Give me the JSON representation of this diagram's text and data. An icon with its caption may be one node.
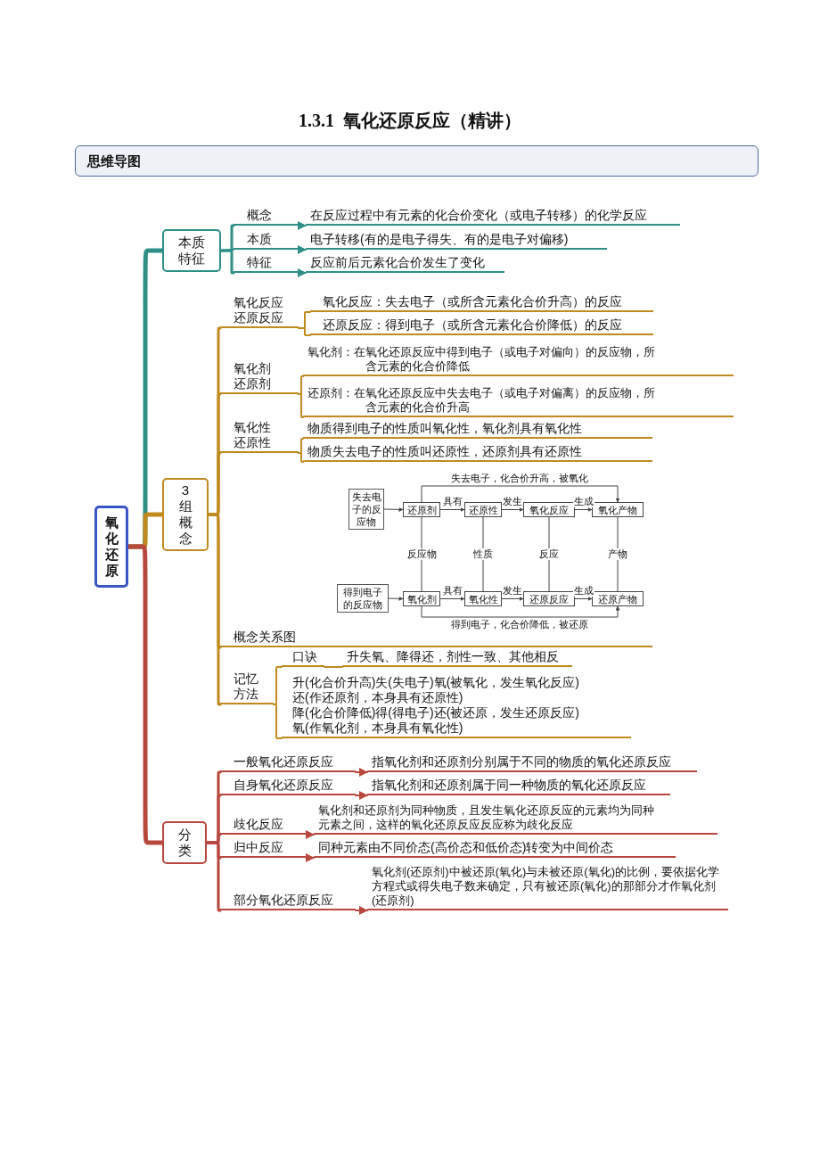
{
  "diagram": {
    "title": "1.3.1  氧化还原反应（精讲）",
    "nodes": [
      {
        "text": [
          "氧化还原"
        ]
      },
      {
        "text": [
          "本质特征"
        ]
      },
      {
        "text": [
          "概念"
        ]
      },
      {
        "text": [
          "在反应过程中有元素的化合价变化（或电子转移）的化学反应"
        ]
      },
      {
        "text": [
          "本质"
        ]
      },
      {
        "text": [
          "电子转移(有的是电子得失、有的是电子对偏移)"
        ]
      },
      {
        "text": [
          "特征"
        ]
      },
      {
        "text": [
          "反应前后元素化合价发生了变化"
        ]
      },
      {
        "text": [
          "3组概念"
        ]
      },
      {
        "text": [
          "氧化反应还原反应"
        ]
      },
      {
        "text": [
          "氧化反应：失去电子（或所含元素化合价升高）的反应"
        ]
      },
      {
        "text": [
          "还原反应：得到电子（或所含元素化合价降低）的反应"
        ]
      },
      {
        "text": [
          "氧化剂还原剂"
        ]
      },
      {
        "text": [
          "氧化剂：在氧化还原反应中得到电子（或电子对偏向）的反应物，所含元素的化合价降低"
        ]
      },
      {
        "text": [
          "还原剂：在氧化还原反应中失去电子（或电子对偏离）的反应物，所含元素的化合价升高"
        ]
      },
      {
        "text": [
          "氧化性还原性"
        ]
      },
      {
        "text": [
          "物质得到电子的性质叫氧化性，氧化剂具有氧化性"
        ]
      },
      {
        "text": [
          "物质失去电子的性质叫还原性，还原剂具有还原性"
        ]
      },
      {
        "text": [
          "概念关系图"
        ]
      },
      {
        "text": [
          "失去电子的反应物"
        ]
      },
      {
        "text": [
          "还原剂"
        ]
      },
      {
        "text": [
          "还原性"
        ]
      },
      {
        "text": [
          "氧化反应"
        ]
      },
      {
        "text": [
          "氧化产物"
        ]
      },
      {
        "text": [
          "得到电子的反应物"
        ]
      },
      {
        "text": [
          "氧化剂"
        ]
      },
      {
        "text": [
          "氧化性"
        ]
      },
      {
        "text": [
          "还原反应"
        ]
      },
      {
        "text": [
          "还原产物"
        ]
      },
      {
        "text": [
          "记忆方法"
        ]
      },
      {
        "text": [
          "口诀"
        ]
      },
      {
        "text": [
          "升失氧、降得还，剂性一致、其他相反"
        ]
      },
      {
        "text": [
          "升(化合价升高)失(失电子)氧(被氧化，发生氧化反应)还(作还原剂，本身具有还原性)",
          "降(化合价降低)得(得电子)还(被还原，发生还原反应)氧(作氧化剂，本身具有氧化性)"
        ]
      },
      {
        "text": [
          "分类"
        ]
      },
      {
        "text": [
          "一般氧化还原反应"
        ]
      },
      {
        "text": [
          "指氧化剂和还原剂分别属于不同的物质的氧化还原反应"
        ]
      },
      {
        "text": [
          "自身氧化还原反应"
        ]
      },
      {
        "text": [
          "指氧化剂和还原剂属于同一种物质的氧化还原反应"
        ]
      },
      {
        "text": [
          "歧化反应"
        ]
      },
      {
        "text": [
          "氧化剂和还原剂为同种物质，且发生氧化还原反应的元素均为同种元素之间，这样的氧化还原反应反应称为歧化反应"
        ]
      },
      {
        "text": [
          "归中反应"
        ]
      },
      {
        "text": [
          "同种元素由不同价态(高价态和低价态)转变为中间价态"
        ]
      },
      {
        "text": [
          "部分氧化还原反应"
        ]
      },
      {
        "text": [
          "氧化剂(还原剂)中被还原(氧化)与未被还原(氧化)的比例，要依据化学方程式或得失电子数来确定，只有被还原(氧化)的那部分才作氧化剂(还原剂)"
        ]
      }
    ],
    "edges": [
      {
        "from": 0,
        "to": 1,
        "arrow": "none",
        "style": "thick",
        "color": "#2f8f87"
      },
      {
        "from": 0,
        "to": 8,
        "arrow": "none",
        "style": "thick",
        "color": "#c08a1e"
      },
      {
        "from": 0,
        "to": 33,
        "arrow": "none",
        "style": "thick",
        "color": "#b8473d"
      },
      {
        "from": 1,
        "to": 2,
        "arrow": "none",
        "color": "#2f8f87"
      },
      {
        "from": 2,
        "to": 3,
        "arrow": "to",
        "color": "#2f8f87"
      },
      {
        "from": 1,
        "to": 4,
        "arrow": "none",
        "color": "#2f8f87"
      },
      {
        "from": 4,
        "to": 5,
        "arrow": "to",
        "color": "#2f8f87"
      },
      {
        "from": 1,
        "to": 6,
        "arrow": "none",
        "color": "#2f8f87"
      },
      {
        "from": 6,
        "to": 7,
        "arrow": "to",
        "color": "#2f8f87"
      },
      {
        "from": 8,
        "to": 9,
        "arrow": "none",
        "color": "#c08a1e"
      },
      {
        "from": 9,
        "to": 10,
        "arrow": "none",
        "color": "#c08a1e"
      },
      {
        "from": 9,
        "to": 11,
        "arrow": "none",
        "color": "#c08a1e"
      },
      {
        "from": 8,
        "to": 12,
        "arrow": "none",
        "color": "#c08a1e"
      },
      {
        "from": 12,
        "to": 13,
        "arrow": "none",
        "color": "#c08a1e"
      },
      {
        "from": 12,
        "to": 14,
        "arrow": "none",
        "color": "#c08a1e"
      },
      {
        "from": 8,
        "to": 15,
        "arrow": "none",
        "color": "#c08a1e"
      },
      {
        "from": 15,
        "to": 16,
        "arrow": "none",
        "color": "#c08a1e"
      },
      {
        "from": 15,
        "to": 17,
        "arrow": "none",
        "color": "#c08a1e"
      },
      {
        "from": 8,
        "to": 18,
        "arrow": "none",
        "color": "#c08a1e"
      },
      {
        "from": 8,
        "to": 29,
        "arrow": "none",
        "color": "#c08a1e"
      },
      {
        "from": 29,
        "to": 30,
        "arrow": "none",
        "color": "#c08a1e"
      },
      {
        "from": 30,
        "to": 31,
        "arrow": "none",
        "color": "#c08a1e"
      },
      {
        "from": 29,
        "to": 32,
        "arrow": "none",
        "color": "#c08a1e"
      },
      {
        "from": 33,
        "to": 34,
        "arrow": "none",
        "color": "#b8473d"
      },
      {
        "from": 34,
        "to": 35,
        "arrow": "to",
        "color": "#b8473d"
      },
      {
        "from": 33,
        "to": 36,
        "arrow": "none",
        "color": "#b8473d"
      },
      {
        "from": 36,
        "to": 37,
        "arrow": "to",
        "color": "#b8473d"
      },
      {
        "from": 33,
        "to": 38,
        "arrow": "none",
        "color": "#b8473d"
      },
      {
        "from": 38,
        "to": 39,
        "arrow": "to",
        "color": "#b8473d"
      },
      {
        "from": 33,
        "to": 40,
        "arrow": "none",
        "color": "#b8473d"
      },
      {
        "from": 40,
        "to": 41,
        "arrow": "to",
        "color": "#b8473d"
      },
      {
        "from": 33,
        "to": 42,
        "arrow": "none",
        "color": "#b8473d"
      },
      {
        "from": 42,
        "to": 43,
        "arrow": "to",
        "color": "#b8473d"
      },
      {
        "from": 19,
        "to": 20,
        "arrow": "to",
        "color": "#444444"
      },
      {
        "from": 20,
        "to": 21,
        "arrow": "to",
        "label": "具有",
        "color": "#444444"
      },
      {
        "from": 21,
        "to": 22,
        "arrow": "to",
        "label": "发生",
        "color": "#444444"
      },
      {
        "from": 22,
        "to": 23,
        "arrow": "to",
        "label": "生成",
        "color": "#444444"
      },
      {
        "from": 20,
        "to": 23,
        "arrow": "to",
        "label": "失去电子，化合价升高，被氧化",
        "color": "#444444"
      },
      {
        "from": 24,
        "to": 25,
        "arrow": "to",
        "color": "#444444"
      },
      {
        "from": 25,
        "to": 26,
        "arrow": "to",
        "label": "具有",
        "color": "#444444"
      },
      {
        "from": 26,
        "to": 27,
        "arrow": "to",
        "label": "发生",
        "color": "#444444"
      },
      {
        "from": 27,
        "to": 28,
        "arrow": "to",
        "label": "生成",
        "color": "#444444"
      },
      {
        "from": 25,
        "to": 28,
        "arrow": "to",
        "label": "得到电子，化合价降低，被还原",
        "color": "#444444"
      },
      {
        "from": 20,
        "to": 25,
        "arrow": "none",
        "label": "反应物",
        "color": "#444444"
      },
      {
        "from": 21,
        "to": 26,
        "arrow": "none",
        "label": "性质",
        "color": "#444444"
      },
      {
        "from": 22,
        "to": 27,
        "arrow": "none",
        "label": "反应",
        "color": "#444444"
      },
      {
        "from": 23,
        "to": 28,
        "arrow": "none",
        "label": "产物",
        "color": "#444444"
      }
    ],
    "labels": [
      "思维导图"
    ]
  }
}
